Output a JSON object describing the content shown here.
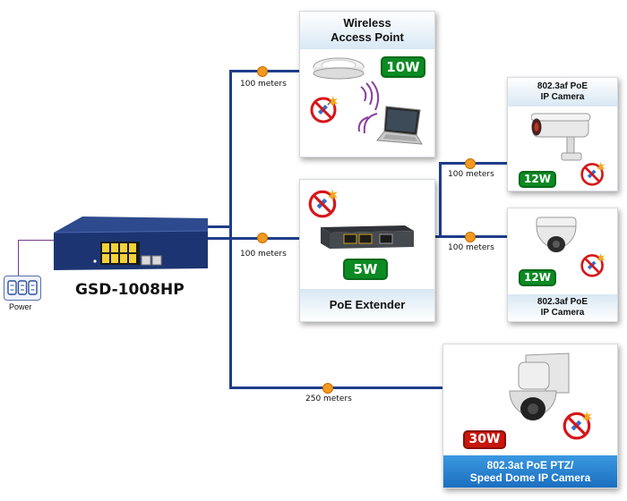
{
  "switch": {
    "model": "GSD-1008HP"
  },
  "power": {
    "label": "Power"
  },
  "links": {
    "ap": "100 meters",
    "extender": "100 meters",
    "cam_top": "100 meters",
    "cam_mid": "100 meters",
    "ptz": "250 meters"
  },
  "devices": {
    "ap": {
      "title_line1": "Wireless",
      "title_line2": "Access Point",
      "watt": "10W"
    },
    "extender": {
      "title": "PoE Extender",
      "watt": "5W"
    },
    "cam_top": {
      "title_line1": "802.3af PoE",
      "title_line2": "IP Camera",
      "watt": "12W"
    },
    "cam_mid": {
      "title_line1": "802.3af PoE",
      "title_line2": "IP Camera",
      "watt": "12W"
    },
    "ptz": {
      "title_line1": "802.3at PoE PTZ/",
      "title_line2": "Speed Dome IP Camera",
      "watt": "30W"
    }
  },
  "colors": {
    "wire": "#1f3d8a",
    "node": "#f39a1e",
    "green_badge": "#0c8a23",
    "red_badge": "#c8170d",
    "ptz_header": "#1e7fd0"
  }
}
